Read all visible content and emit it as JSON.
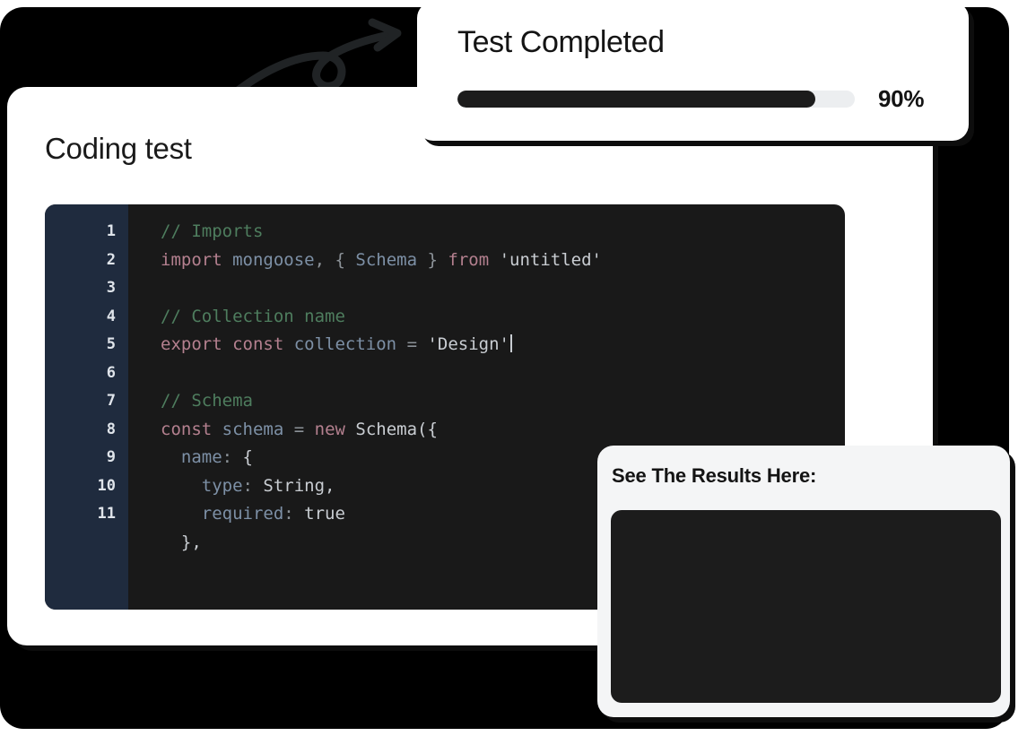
{
  "theme": {
    "backdrop_color": "#000000",
    "card_color": "#ffffff",
    "results_card_color": "#f4f5f6",
    "code_bg_color": "#191919",
    "gutter_color": "#1f2b3e",
    "accent_dark": "#1c1c1c",
    "track_color": "#eceef0",
    "comment_color": "#4e7d5e",
    "keyword_color": "#b4808f",
    "identifier_color": "#7d90a6",
    "plain_color": "#c9cdd2"
  },
  "test_card": {
    "title": "Test Completed",
    "progress_percent": 90,
    "progress_label": "90%"
  },
  "coding_card": {
    "title": "Coding test",
    "editor": {
      "line_numbers": [
        "1",
        "2",
        "3",
        "4",
        "5",
        "6",
        "7",
        "8",
        "9",
        "10",
        "11"
      ],
      "lines": [
        {
          "n": "1",
          "tokens": [
            {
              "t": "// Imports",
              "c": "tk-com"
            }
          ]
        },
        {
          "n": "2",
          "tokens": [
            {
              "t": "import",
              "c": "tk-kw"
            },
            {
              "t": " ",
              "c": "tk-txt"
            },
            {
              "t": "mongoose",
              "c": "tk-var"
            },
            {
              "t": ", ",
              "c": "tk-pun"
            },
            {
              "t": "{ ",
              "c": "tk-pun"
            },
            {
              "t": "Schema",
              "c": "tk-var"
            },
            {
              "t": " }",
              "c": "tk-pun"
            },
            {
              "t": " ",
              "c": "tk-txt"
            },
            {
              "t": "from",
              "c": "tk-kw"
            },
            {
              "t": " ",
              "c": "tk-txt"
            },
            {
              "t": "'untitled'",
              "c": "tk-str"
            }
          ]
        },
        {
          "n": "3",
          "tokens": []
        },
        {
          "n": "4",
          "tokens": [
            {
              "t": "// Collection name",
              "c": "tk-com"
            }
          ]
        },
        {
          "n": "5",
          "tokens": [
            {
              "t": "export const",
              "c": "tk-kw"
            },
            {
              "t": " ",
              "c": "tk-txt"
            },
            {
              "t": "collection",
              "c": "tk-var"
            },
            {
              "t": " = ",
              "c": "tk-pun"
            },
            {
              "t": "'Design'",
              "c": "tk-str"
            },
            {
              "t": "|CARET|",
              "c": "caret"
            }
          ]
        },
        {
          "n": "6",
          "tokens": []
        },
        {
          "n": "7",
          "tokens": [
            {
              "t": "// Schema",
              "c": "tk-com"
            }
          ]
        },
        {
          "n": "8",
          "tokens": [
            {
              "t": "const",
              "c": "tk-kw"
            },
            {
              "t": " ",
              "c": "tk-txt"
            },
            {
              "t": "schema",
              "c": "tk-var"
            },
            {
              "t": " = ",
              "c": "tk-pun"
            },
            {
              "t": "new",
              "c": "tk-kw"
            },
            {
              "t": " ",
              "c": "tk-txt"
            },
            {
              "t": "Schema({",
              "c": "tk-txt"
            }
          ]
        },
        {
          "n": "9",
          "tokens": [
            {
              "t": "  ",
              "c": "tk-txt"
            },
            {
              "t": "name",
              "c": "tk-var"
            },
            {
              "t": ": ",
              "c": "tk-pun"
            },
            {
              "t": "{",
              "c": "tk-txt"
            }
          ]
        },
        {
          "n": "10",
          "tokens": [
            {
              "t": "    ",
              "c": "tk-txt"
            },
            {
              "t": "type",
              "c": "tk-var"
            },
            {
              "t": ": ",
              "c": "tk-pun"
            },
            {
              "t": "String,",
              "c": "tk-txt"
            }
          ]
        },
        {
          "n": "11",
          "tokens": [
            {
              "t": "    ",
              "c": "tk-txt"
            },
            {
              "t": "required",
              "c": "tk-var"
            },
            {
              "t": ": ",
              "c": "tk-pun"
            },
            {
              "t": "true",
              "c": "tk-txt"
            }
          ]
        },
        {
          "n": "",
          "tokens": [
            {
              "t": "  ",
              "c": "tk-txt"
            },
            {
              "t": "},",
              "c": "tk-txt"
            }
          ]
        }
      ]
    }
  },
  "results_card": {
    "title": "See The Results Here:",
    "screen_content": ""
  },
  "decoration": {
    "arrow_icon": "curly-arrow-icon"
  }
}
